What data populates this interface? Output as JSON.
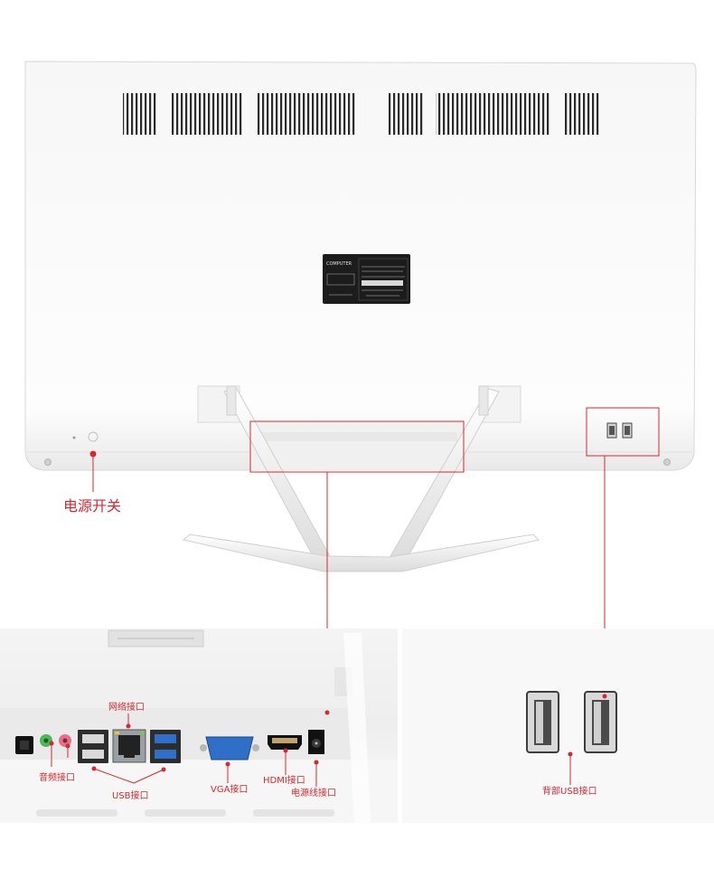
{
  "colors": {
    "accent": "#d7282f",
    "body_white": "#fbfbfb",
    "panel_gray": "#f2f2f2",
    "port_blue": "#2f6fc8",
    "audio_green": "#4fb75a",
    "audio_pink": "#e76f89"
  },
  "label_plate": {
    "brand": "COMPUTER"
  },
  "callouts": {
    "power_switch": "电源开关",
    "network_port": "网络接口",
    "audio_port": "音频接口",
    "usb_port": "USB接口",
    "vga_port": "VGA接口",
    "hdmi_port": "HDMI接口",
    "power_cable_port": "电源线接口",
    "rear_usb_port": "背部USB接口"
  }
}
